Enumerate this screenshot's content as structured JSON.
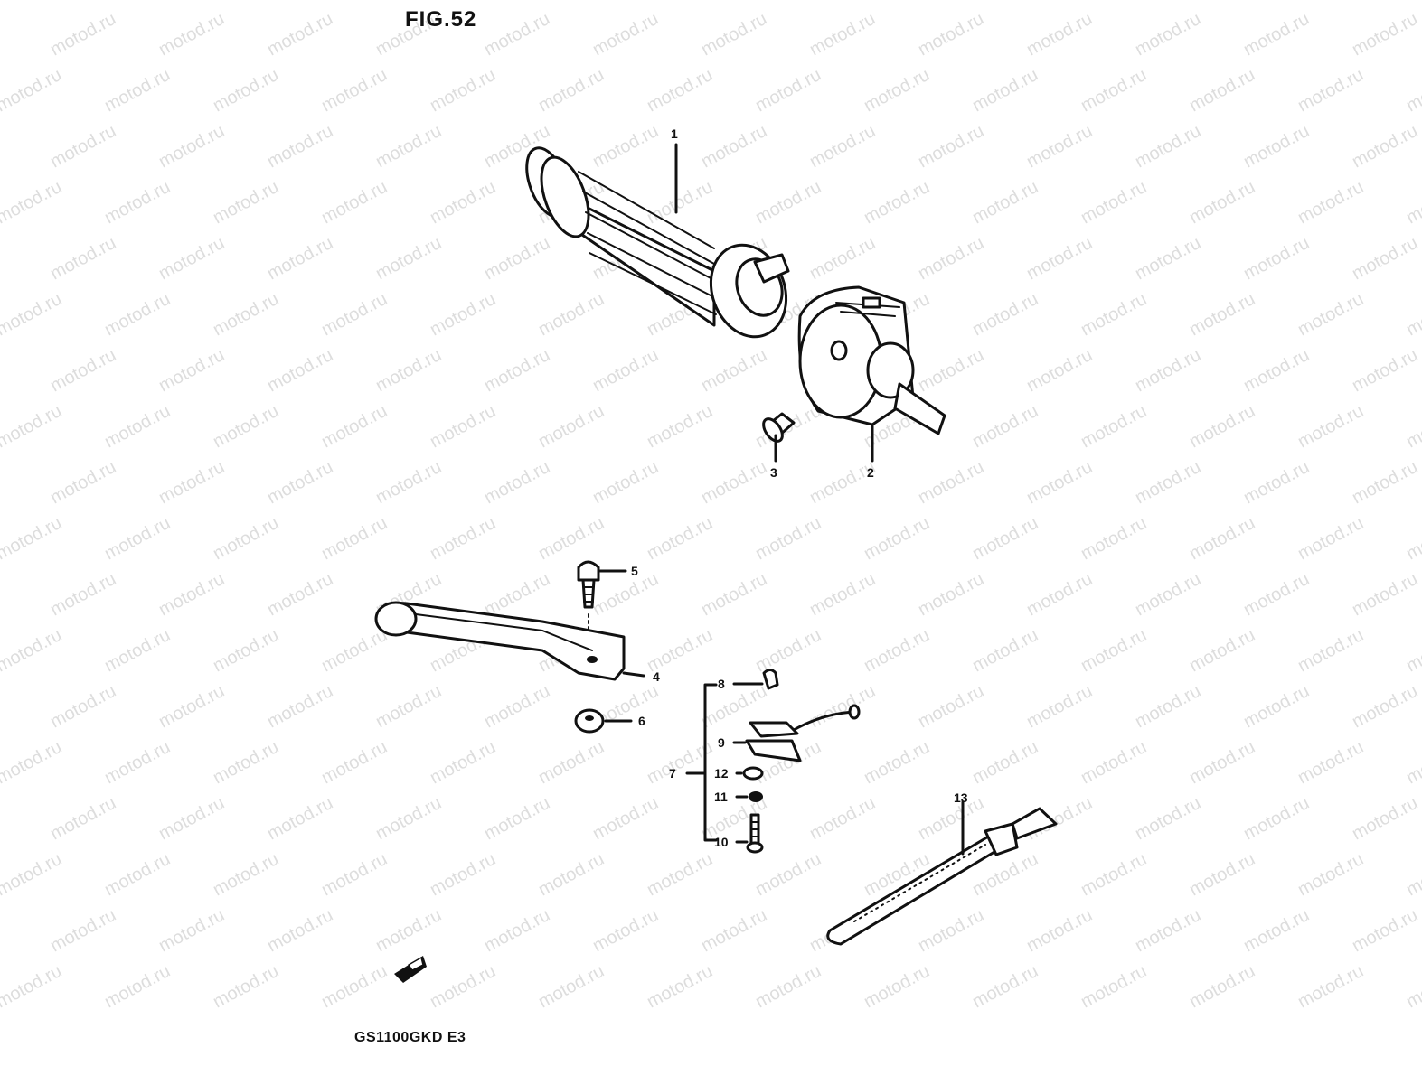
{
  "title": "FIG.52",
  "model_code": "GS1100GKD E3",
  "watermark": "motod.ru",
  "callouts": [
    {
      "id": "1",
      "label": "1"
    },
    {
      "id": "2",
      "label": "2"
    },
    {
      "id": "3",
      "label": "3"
    },
    {
      "id": "4",
      "label": "4"
    },
    {
      "id": "5",
      "label": "5"
    },
    {
      "id": "6",
      "label": "6"
    },
    {
      "id": "7",
      "label": "7"
    },
    {
      "id": "8",
      "label": "8"
    },
    {
      "id": "9",
      "label": "9"
    },
    {
      "id": "10",
      "label": "10"
    },
    {
      "id": "11",
      "label": "11"
    },
    {
      "id": "12",
      "label": "12"
    },
    {
      "id": "13",
      "label": "13"
    }
  ],
  "colors": {
    "line": "#111111",
    "background": "#ffffff",
    "watermark": "#c8c8c8"
  }
}
